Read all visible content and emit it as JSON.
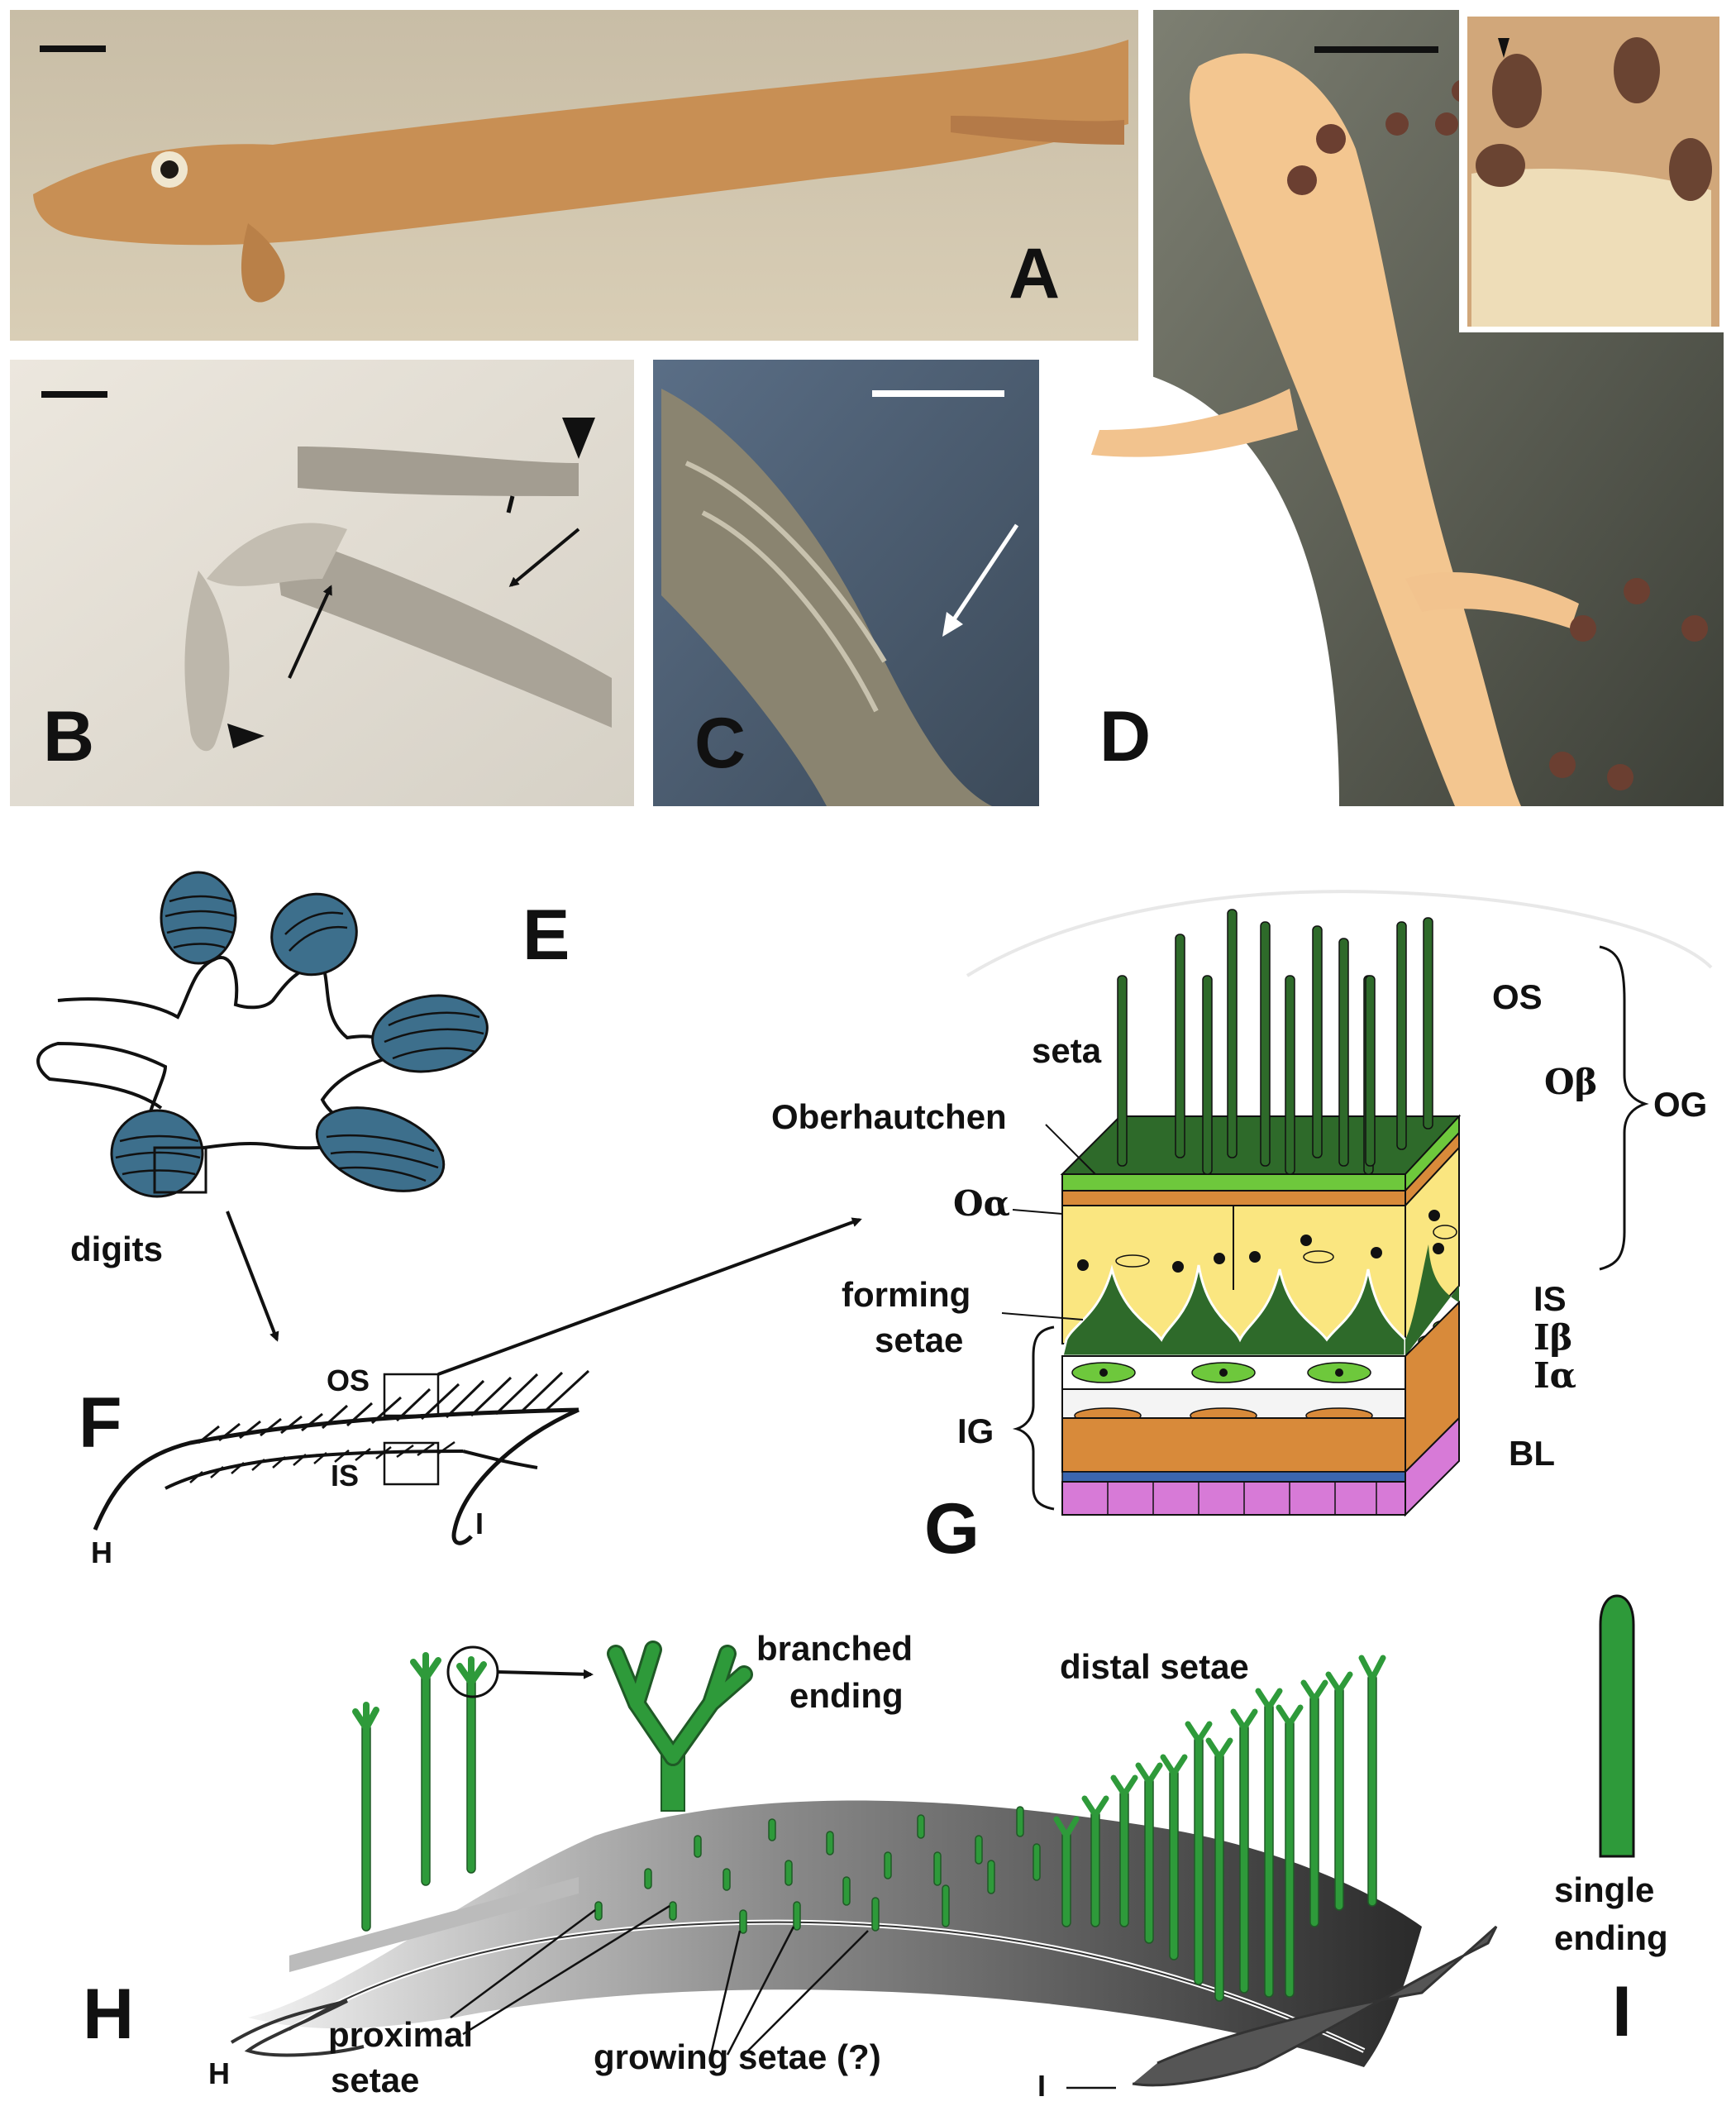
{
  "panels": {
    "A": {
      "letter": "A"
    },
    "B": {
      "letter": "B"
    },
    "C": {
      "letter": "C"
    },
    "D": {
      "letter": "D"
    },
    "E": {
      "letter": "E",
      "digits_label": "digits"
    },
    "F": {
      "letter": "F",
      "os": "OS",
      "is": "IS",
      "h": "H",
      "i": "I"
    },
    "G": {
      "letter": "G",
      "seta": "seta",
      "oberhautchen": "Oberhautchen",
      "o_alpha": "Oα",
      "o_beta": "Oβ",
      "og": "OG",
      "os": "OS",
      "forming_setae_1": "forming",
      "forming_setae_2": "setae",
      "is": "IS",
      "i_beta": "Iβ",
      "i_alpha": "Iα",
      "ig": "IG",
      "bl": "BL"
    },
    "H": {
      "letter": "H",
      "branched_1": "branched",
      "branched_2": "ending",
      "distal_setae": "distal setae",
      "proximal_1": "proximal",
      "proximal_2": "setae",
      "growing": "growing setae (?)",
      "h": "H",
      "i": "I"
    },
    "I": {
      "letter": "I",
      "single_1": "single",
      "single_2": "ending"
    }
  },
  "colors": {
    "seta_green": "#2e6a2a",
    "oberhautchen_green": "#6ec83c",
    "orange_layer": "#d88a3a",
    "yellow_layer": "#fae680",
    "magenta_layer": "#d77ad7",
    "pad_blue": "#3d6f8c",
    "bright_green": "#2e9a3a"
  }
}
